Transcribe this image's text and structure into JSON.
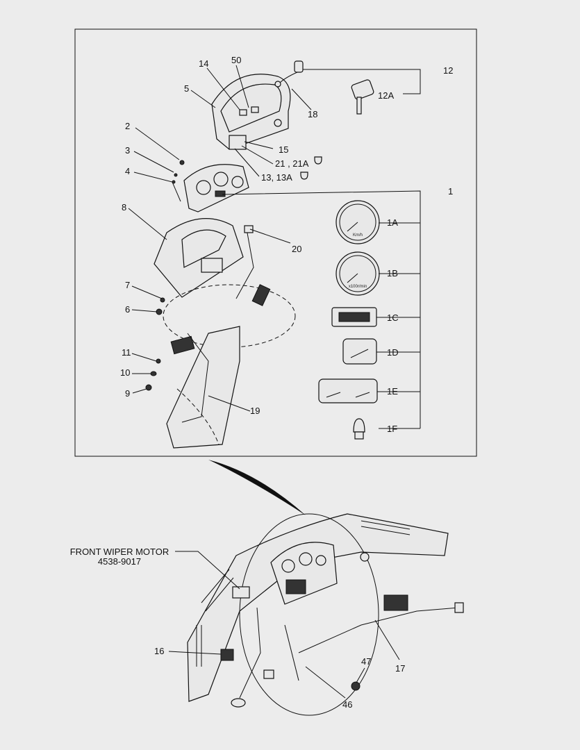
{
  "callouts": {
    "c1": "1",
    "c1A": "1A",
    "c1B": "1B",
    "c1C": "1C",
    "c1D": "1D",
    "c1E": "1E",
    "c1F": "1F",
    "c2": "2",
    "c3": "3",
    "c4": "4",
    "c5": "5",
    "c6": "6",
    "c7": "7",
    "c8": "8",
    "c9": "9",
    "c10": "10",
    "c11": "11",
    "c12": "12",
    "c12A": "12A",
    "c13": "13, 13A",
    "c14": "14",
    "c15": "15",
    "c16": "16",
    "c17": "17",
    "c18": "18",
    "c19": "19",
    "c20": "20",
    "c21": "21 , 21A",
    "c46": "46",
    "c47": "47",
    "c50": "50"
  },
  "wiper_motor": {
    "name": "FRONT WIPER MOTOR",
    "part_no": "4538-9017"
  },
  "gauge_units": {
    "speed": "Km/h",
    "tach": "x100r/min"
  },
  "colors": {
    "line": "#111111",
    "fill": "#e8e8e8",
    "background": "#ececec"
  }
}
